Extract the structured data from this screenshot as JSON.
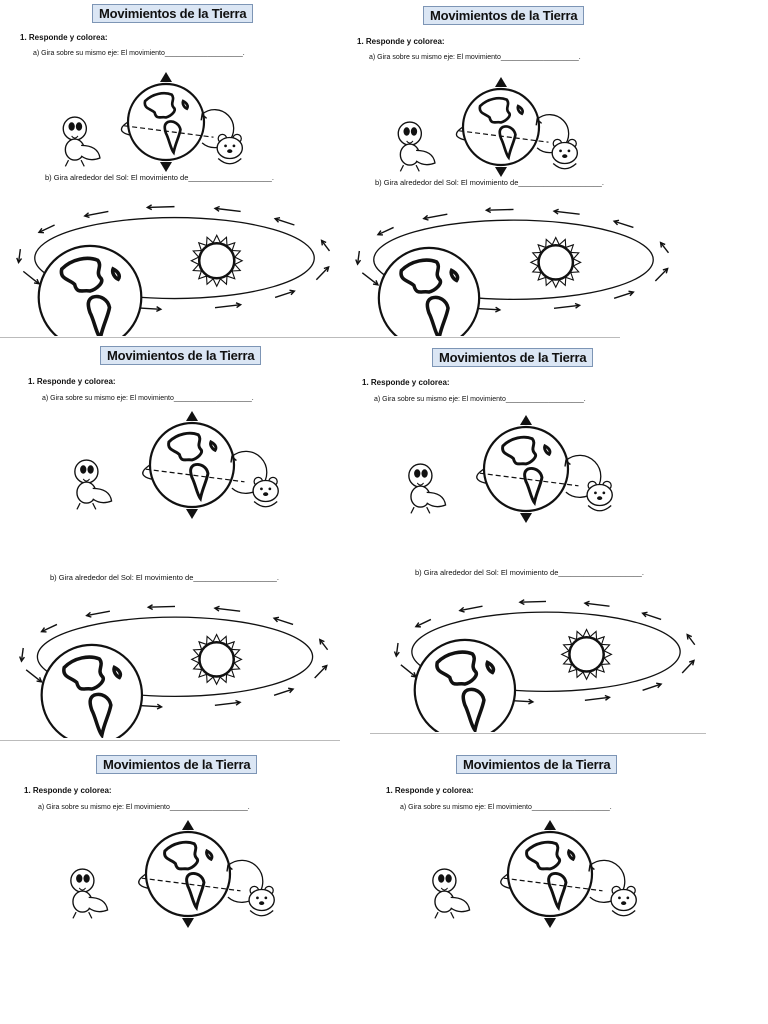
{
  "worksheet": {
    "title": "Movimientos de la Tierra",
    "question_1": "1.  Responde y colorea:",
    "part_a": "a)   Gira sobre su mismo eje: El movimiento____________________.",
    "part_b": "b)   Gira alrededor del Sol: El movimiento de____________________."
  }
}
